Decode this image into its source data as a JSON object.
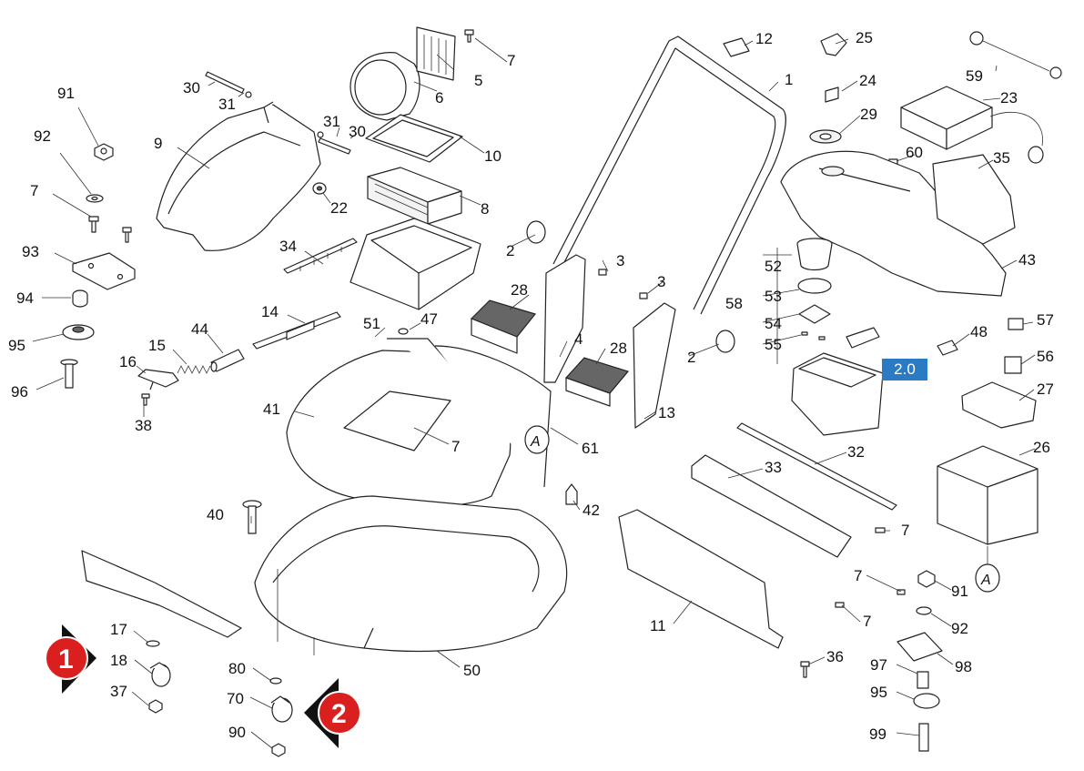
{
  "reference_link": "2.0",
  "markers": {
    "m1": "1",
    "m2": "2",
    "a_top": "A",
    "a_bottom": "A"
  },
  "labels": {
    "n1": "1",
    "n2a": "2",
    "n2b": "2",
    "n3a": "3",
    "n3b": "3",
    "n4": "4",
    "n5": "5",
    "n6": "6",
    "n7_top": "7",
    "n7_left": "7",
    "n7_center": "7",
    "n7_r1": "7",
    "n7_r2": "7",
    "n7_r3": "7",
    "n8": "8",
    "n9": "9",
    "n10": "10",
    "n11": "11",
    "n12": "12",
    "n13": "13",
    "n14": "14",
    "n15": "15",
    "n16": "16",
    "n17": "17",
    "n18": "18",
    "n22": "22",
    "n23": "23",
    "n24": "24",
    "n25": "25",
    "n26": "26",
    "n27": "27",
    "n28a": "28",
    "n28b": "28",
    "n29": "29",
    "n30a": "30",
    "n30b": "30",
    "n31a": "31",
    "n31b": "31",
    "n32": "32",
    "n33": "33",
    "n34": "34",
    "n35": "35",
    "n36": "36",
    "n37": "37",
    "n38": "38",
    "n40": "40",
    "n41": "41",
    "n42": "42",
    "n43": "43",
    "n44": "44",
    "n47": "47",
    "n48": "48",
    "n50": "50",
    "n51": "51",
    "n52": "52",
    "n53": "53",
    "n54": "54",
    "n55": "55",
    "n56": "56",
    "n57": "57",
    "n58": "58",
    "n59": "59",
    "n60": "60",
    "n61": "61",
    "n70": "70",
    "n80": "80",
    "n90": "90",
    "n91a": "91",
    "n91b": "91",
    "n92a": "92",
    "n92b": "92",
    "n93": "93",
    "n94": "94",
    "n95a": "95",
    "n95b": "95",
    "n96": "96",
    "n97": "97",
    "n98": "98",
    "n99": "99"
  }
}
